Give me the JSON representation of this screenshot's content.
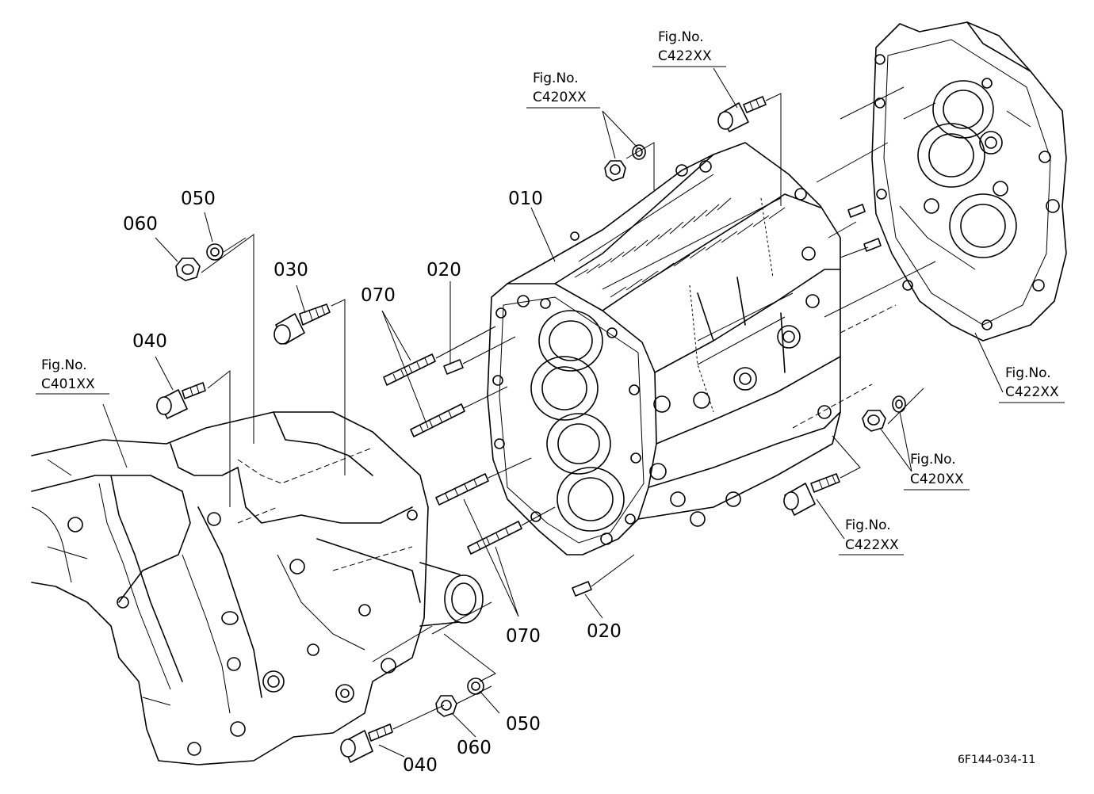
{
  "parts": {
    "p010": "010",
    "p020_top": "020",
    "p020_bottom": "020",
    "p030": "030",
    "p040_top": "040",
    "p040_bottom": "040",
    "p050_top": "050",
    "p050_bottom": "050",
    "p060_top": "060",
    "p060_bottom": "060",
    "p070_top": "070",
    "p070_bottom": "070"
  },
  "figure_refs": {
    "fig_label": "Fig.No.",
    "c401_left": "C401XX",
    "c420_top": "C420XX",
    "c422_top": "C422XX",
    "c422_right": "C422XX",
    "c420_right": "C420XX",
    "c422_bottom": "C422XX"
  },
  "drawing_code": "6F144-034-11"
}
